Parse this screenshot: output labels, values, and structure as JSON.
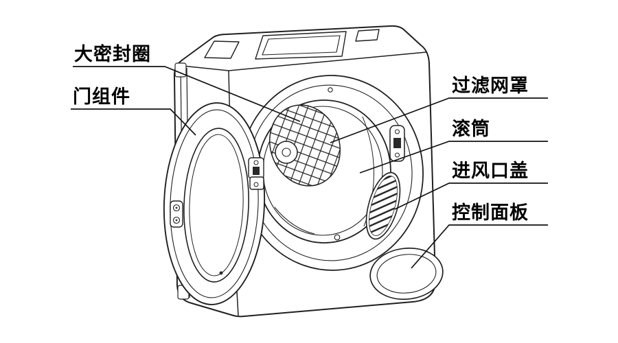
{
  "diagram": {
    "subject": "tumble-dryer-exploded-parts-diagram",
    "line_color": "#1f1f1f",
    "label_color": "#000000",
    "labels": [
      {
        "id": "seal-ring",
        "text": "大密封圈"
      },
      {
        "id": "door-assembly",
        "text": "门组件"
      },
      {
        "id": "filter-mesh-cover",
        "text": "过滤网罩"
      },
      {
        "id": "drum",
        "text": "滚筒"
      },
      {
        "id": "air-inlet-cover",
        "text": "进风口盖"
      },
      {
        "id": "control-panel",
        "text": "控制面板"
      }
    ]
  }
}
